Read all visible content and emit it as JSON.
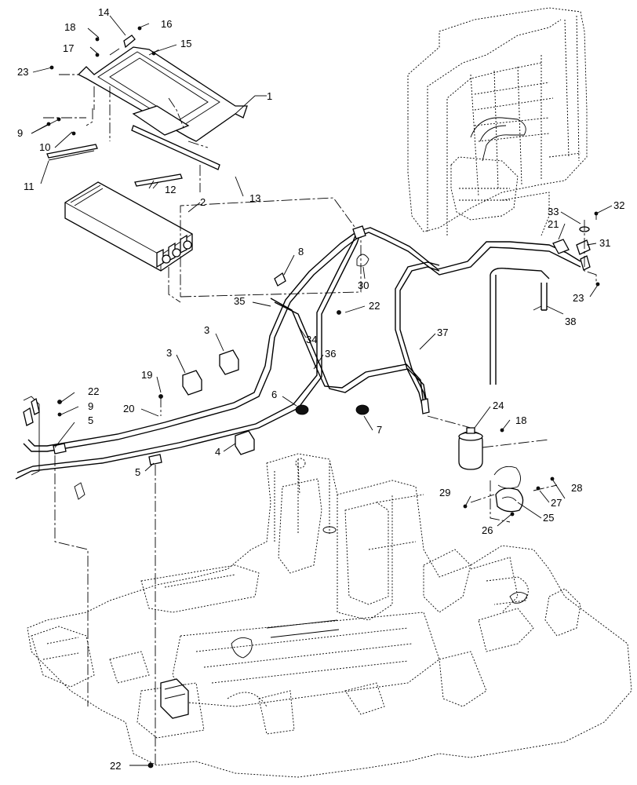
{
  "diagram": {
    "callouts": [
      "1",
      "2",
      "3",
      "3",
      "4",
      "5",
      "5",
      "6",
      "7",
      "8",
      "9",
      "9",
      "10",
      "11",
      "12",
      "13",
      "14",
      "15",
      "16",
      "17",
      "18",
      "18",
      "19",
      "20",
      "21",
      "22",
      "22",
      "22",
      "23",
      "23",
      "24",
      "25",
      "26",
      "27",
      "28",
      "29",
      "30",
      "31",
      "32",
      "33",
      "34",
      "35",
      "36",
      "37",
      "38"
    ]
  },
  "colors": {
    "line": "#000000",
    "background": "#ffffff"
  }
}
